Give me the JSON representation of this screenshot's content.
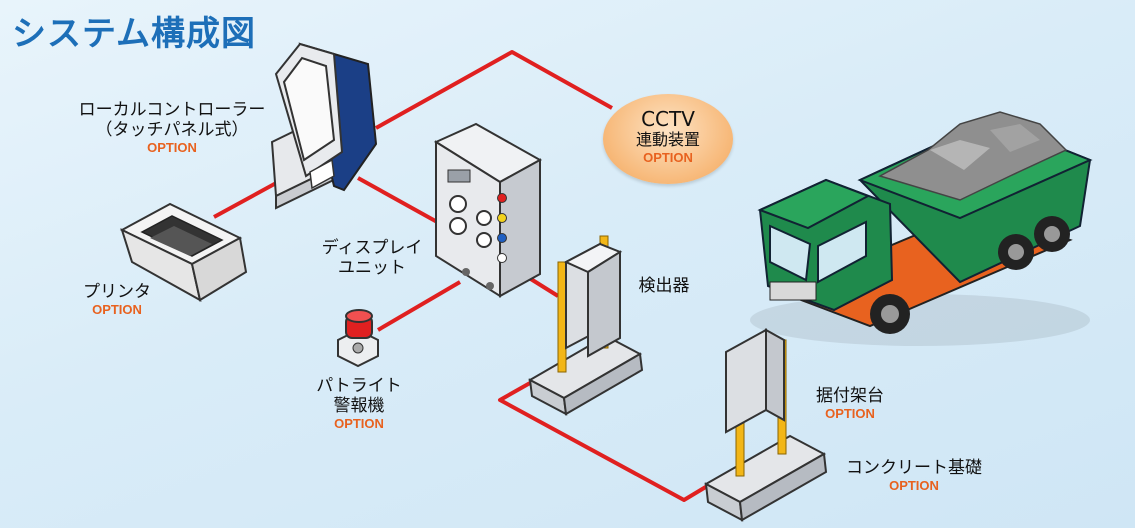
{
  "title": "システム構成図",
  "labels": {
    "controller_line1": "ローカルコントローラー",
    "controller_line2": "（タッチパネル式）",
    "controller_option": "OPTION",
    "printer": "プリンタ",
    "printer_option": "OPTION",
    "cctv_line1": "CCTV",
    "cctv_line2": "連動装置",
    "cctv_option": "OPTION",
    "display_line1": "ディスプレイ",
    "display_line2": "ユニット",
    "detector": "検出器",
    "patlite_line1": "パトライト",
    "patlite_line2": "警報機",
    "patlite_option": "OPTION",
    "mount": "据付架台",
    "mount_option": "OPTION",
    "concrete": "コンクリート基礎",
    "concrete_option": "OPTION"
  },
  "colors": {
    "title": "#1d6fb8",
    "option": "#e8621f",
    "cable": "#e02020",
    "truck_cab": "#1f8a4c",
    "truck_frame": "#e8621f",
    "pillar": "#f2b617"
  }
}
